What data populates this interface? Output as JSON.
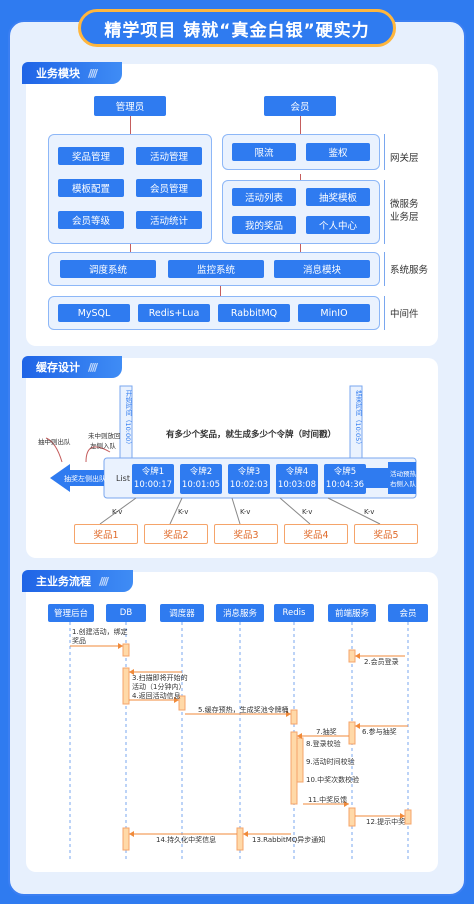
{
  "title": "精学项目 铸就“真金白银”硬实力",
  "business": {
    "tag": "业务模块",
    "admin": "管理员",
    "member": "会员",
    "admin_items": [
      "奖品管理",
      "活动管理",
      "模板配置",
      "会员管理",
      "会员等级",
      "活动统计"
    ],
    "gateway_items": [
      "限流",
      "鉴权"
    ],
    "micro_items": [
      "活动列表",
      "抽奖模板",
      "我的奖品",
      "个人中心"
    ],
    "system_items": [
      "调度系统",
      "监控系统",
      "消息模块"
    ],
    "middleware_items": [
      "MySQL",
      "Redis+Lua",
      "RabbitMQ",
      "MinIO"
    ],
    "labels": {
      "gateway": "网关层",
      "micro_line1": "微服务",
      "micro_line2": "业务层",
      "system": "系统服务",
      "middleware": "中间件"
    }
  },
  "cache": {
    "tag": "缓存设计",
    "start_time": "开始时间（10:00）",
    "end_time": "结束时间（10:05）",
    "heading": "有多少个奖品，就生成多少个令牌（时间戳）",
    "not_win": "未中则放回",
    "not_win2": "左侧入队",
    "win_exit": "抽中则出队",
    "left_exit": "抽奖左侧出队",
    "list_label": "List",
    "preheat": "活动预热",
    "preheat2": "右侧入队",
    "tokens": [
      {
        "name": "令牌1",
        "time": "10:00:17"
      },
      {
        "name": "令牌2",
        "time": "10:01:05"
      },
      {
        "name": "令牌3",
        "time": "10:02:03"
      },
      {
        "name": "令牌4",
        "time": "10:03:08"
      },
      {
        "name": "令牌5",
        "time": "10:04:36"
      }
    ],
    "kv": "K-v",
    "prizes": [
      "奖品1",
      "奖品2",
      "奖品3",
      "奖品4",
      "奖品5"
    ]
  },
  "flow": {
    "tag": "主业务流程",
    "actors": [
      "管理后台",
      "DB",
      "调度器",
      "消息服务",
      "Redis",
      "前端服务",
      "会员"
    ],
    "messages": {
      "m1a": "1.创建活动，绑定",
      "m1b": "奖品",
      "m2": "2.会员登录",
      "m3a": "3.扫描即将开始的",
      "m3b": "活动（1分钟内）",
      "m4": "4.返回活动信息",
      "m5": "5.缓存预热，生成奖池令牌桶",
      "m6": "6.参与抽奖",
      "m7": "7.抽奖",
      "m8": "8.登录校验",
      "m9": "9.活动时间校验",
      "m10": "10.中奖次数校验",
      "m11": "11.中奖反馈",
      "m12": "12.提示中奖",
      "m13": "13.RabbitMQ异步通知",
      "m14": "14.持久化中奖信息"
    }
  },
  "colors": {
    "primary": "#2f7bf0",
    "accent": "#ffb63d",
    "prize": "#e06b2c"
  }
}
